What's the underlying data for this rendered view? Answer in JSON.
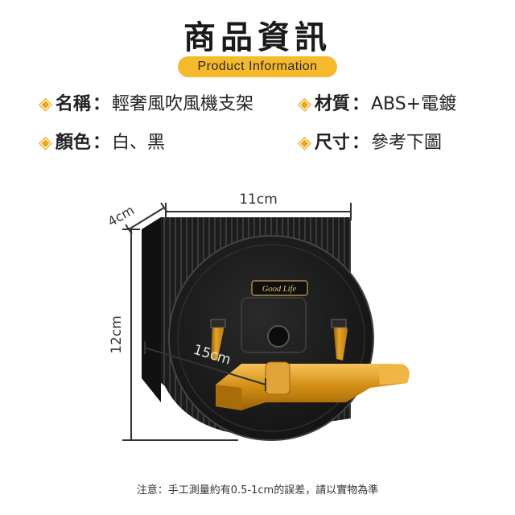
{
  "title": "商品資訊",
  "subtitle": "Product Information",
  "specs": [
    {
      "key": "名稱",
      "sep": "：",
      "value": "輕奢風吹風機支架"
    },
    {
      "key": "材質",
      "sep": "：",
      "value": "ABS+電鍍"
    },
    {
      "key": "顏色",
      "sep": "：",
      "value": "白、黑"
    },
    {
      "key": "尺寸",
      "sep": "：",
      "value": "參考下圖"
    }
  ],
  "diamond_icon": "◈",
  "dimensions": {
    "width": "11cm",
    "depth": "4cm",
    "height": "12cm",
    "arm": "15cm"
  },
  "product_logo": "Good Life",
  "note": "注意：手工測量約有0.5-1cm的誤差，請以實物為準",
  "colors": {
    "accent": "#f5b92c",
    "diamond": "#e8a817",
    "body": "#1b1b1b",
    "gold": "#c98a10"
  }
}
